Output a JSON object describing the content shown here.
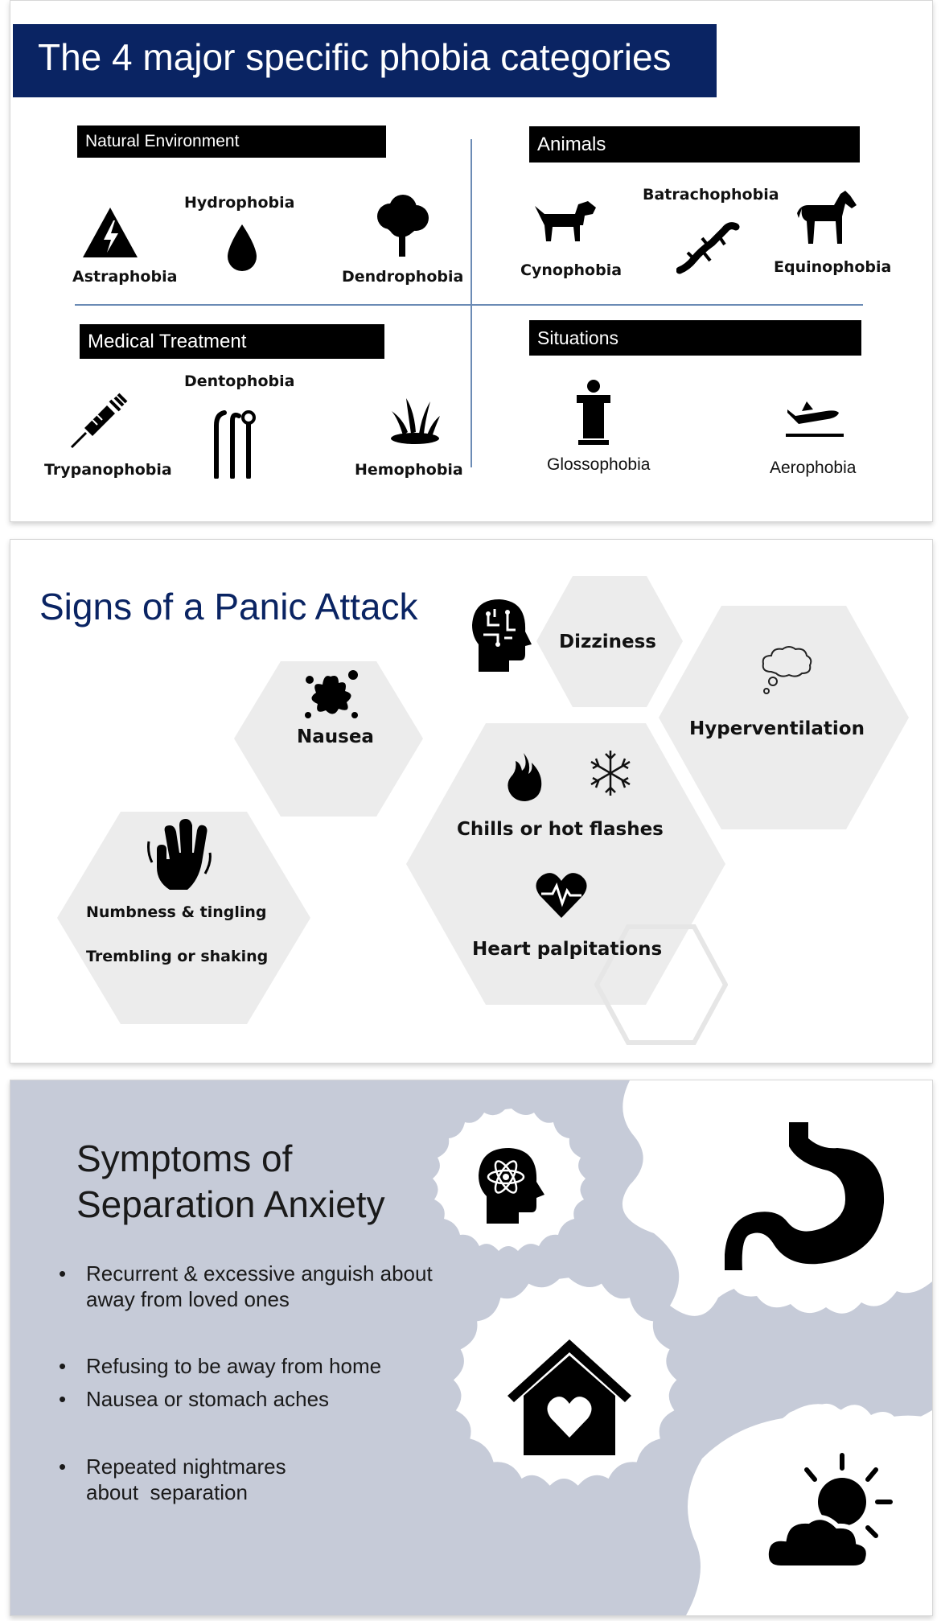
{
  "slide1": {
    "title": "The 4 major specific phobia categories",
    "colors": {
      "title_bg": "#0a2463",
      "category_bg": "#000000",
      "divider": "#6b8bb5"
    },
    "categories": {
      "natural": {
        "label": "Natural Environment",
        "items": [
          {
            "label": "Astraphobia",
            "icon": "lightning-warning-icon"
          },
          {
            "label": "Hydrophobia",
            "icon": "water-drop-icon"
          },
          {
            "label": "Dendrophobia",
            "icon": "tree-icon"
          }
        ]
      },
      "animals": {
        "label": "Animals",
        "items": [
          {
            "label": "Cynophobia",
            "icon": "dog-icon"
          },
          {
            "label": "Batrachophobia",
            "icon": "lizard-icon"
          },
          {
            "label": "Equinophobia",
            "icon": "horse-icon"
          }
        ]
      },
      "medical": {
        "label": "Medical Treatment",
        "items": [
          {
            "label": "Trypanophobia",
            "icon": "syringe-icon"
          },
          {
            "label": "Dentophobia",
            "icon": "dental-tools-icon"
          },
          {
            "label": "Hemophobia",
            "icon": "blood-splash-icon"
          }
        ]
      },
      "situations": {
        "label": "Situations",
        "items": [
          {
            "label": "Glossophobia",
            "icon": "podium-speaker-icon"
          },
          {
            "label": "Aerophobia",
            "icon": "airplane-takeoff-icon"
          }
        ]
      }
    }
  },
  "slide2": {
    "title": "Signs of a Panic Attack",
    "colors": {
      "title": "#0a2463",
      "hex": "#ececec"
    },
    "signs": {
      "dizziness": "Dizziness",
      "hyperventilation": "Hyperventilation",
      "nausea": "Nausea",
      "chills": "Chills or hot flashes",
      "heart": "Heart palpitations",
      "numbness": "Numbness & tingling",
      "trembling": "Trembling or shaking"
    },
    "icons": [
      "brain-head-icon",
      "thought-cloud-icon",
      "splat-icon",
      "flame-icon",
      "snowflake-icon",
      "heart-pulse-icon",
      "waving-hand-icon"
    ]
  },
  "slide3": {
    "title_line1": "Symptoms of",
    "title_line2": "Separation Anxiety",
    "colors": {
      "bg": "#c6cbd8",
      "blob": "#ffffff"
    },
    "bullets": [
      {
        "line1": "Recurrent & excessive anguish about",
        "line2": "away from loved ones"
      },
      {
        "line1": "Refusing to be away from home",
        "line2": ""
      },
      {
        "line1": "Nausea or stomach aches",
        "line2": ""
      },
      {
        "line1": "Repeated nightmares",
        "line2": "about  separation"
      }
    ],
    "icons": [
      "atom-head-icon",
      "stomach-icon",
      "home-heart-icon",
      "sun-cloud-icon"
    ]
  }
}
